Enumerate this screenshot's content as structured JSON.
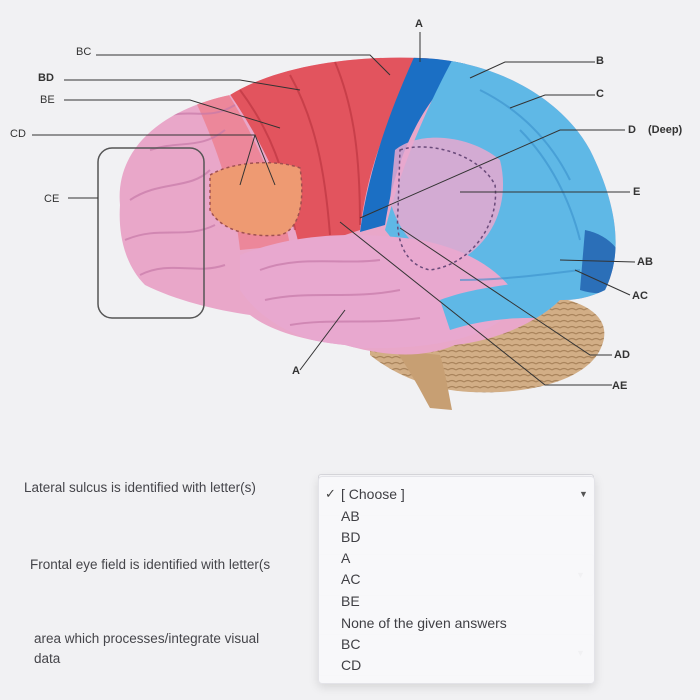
{
  "figure": {
    "labels": {
      "A_top": "A",
      "B": "B",
      "C": "C",
      "D": "D",
      "D_note": "(Deep)",
      "E": "E",
      "AB": "AB",
      "AC": "AC",
      "AD": "AD",
      "AE": "AE",
      "A_bottom": "A",
      "BC": "BC",
      "BD": "BD",
      "BE": "BE",
      "CD": "CD",
      "CE": "CE"
    },
    "region_colors": {
      "frontal": "#e9a7c9",
      "motor": "#e2545e",
      "parietal_light": "#5fb8e6",
      "parietal_dark": "#1b6fc4",
      "temporal": "#e8a8cf",
      "occipital": "#2b6fb8",
      "cerebellum": "#c9a47a"
    }
  },
  "questions": [
    {
      "text": "Lateral sulcus is identified with letter(s)"
    },
    {
      "text": "Frontal eye field is identified with letter(s"
    },
    {
      "line1": "area which processes/integrate visual",
      "line2": "data"
    }
  ],
  "dropdown": {
    "selected": "[ Choose ]",
    "options": [
      "AB",
      "BD",
      "A",
      "AC",
      "BE",
      "None of the given answers",
      "BC",
      "CD"
    ]
  }
}
